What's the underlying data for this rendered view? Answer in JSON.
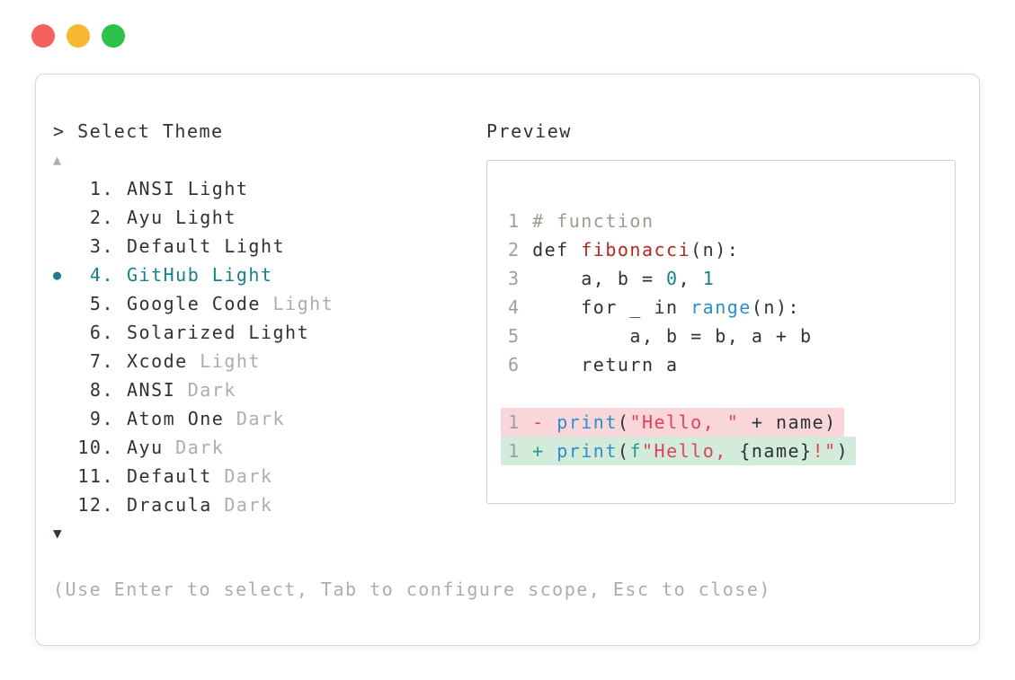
{
  "colors": {
    "text_dark": "#2e3338",
    "muted": "#a9aeb2",
    "linenum": "#9aa0a5",
    "comment": "#9c9c91",
    "accent_teal": "#17808a",
    "teal_green": "#209c8c",
    "func_red": "#b12a1f",
    "crimson": "#e04358",
    "blue": "#2e8ec9",
    "del_bg": "#f9d6d9",
    "add_bg": "#d3ebda",
    "win_border": "#d8d8d8",
    "panel_border": "#d0d0d0",
    "red_light": "#f4605c",
    "yellow_light": "#f6b733",
    "green_light": "#2ec149",
    "arrow_dark": "#31363c"
  },
  "prompt": {
    "text": "> Select Theme"
  },
  "theme_list": {
    "scroll_up_icon": "▲",
    "scroll_down_icon": "▼",
    "items": [
      {
        "marker": "",
        "number": "1.",
        "name": "ANSI Light",
        "muted": "",
        "selected": false
      },
      {
        "marker": "",
        "number": "2.",
        "name": "Ayu Light",
        "muted": "",
        "selected": false
      },
      {
        "marker": "",
        "number": "3.",
        "name": "Default Light",
        "muted": "",
        "selected": false
      },
      {
        "marker": "●",
        "number": "4.",
        "name": "GitHub Light",
        "muted": "",
        "selected": true
      },
      {
        "marker": "",
        "number": "5.",
        "name": "Google Code",
        "muted": " Light",
        "selected": false
      },
      {
        "marker": "",
        "number": "6.",
        "name": "Solarized Light",
        "muted": "",
        "selected": false
      },
      {
        "marker": "",
        "number": "7.",
        "name": "Xcode",
        "muted": " Light",
        "selected": false
      },
      {
        "marker": "",
        "number": "8.",
        "name": "ANSI",
        "muted": " Dark",
        "selected": false
      },
      {
        "marker": "",
        "number": "9.",
        "name": "Atom One",
        "muted": " Dark",
        "selected": false
      },
      {
        "marker": "",
        "number": "10.",
        "name": "Ayu",
        "muted": " Dark",
        "selected": false
      },
      {
        "marker": "",
        "number": "11.",
        "name": "Default",
        "muted": " Dark",
        "selected": false
      },
      {
        "marker": "",
        "number": "12.",
        "name": "Dracula",
        "muted": " Dark",
        "selected": false
      }
    ]
  },
  "preview": {
    "label": "Preview",
    "lines": [
      {
        "no": "1 ",
        "tokens": [
          {
            "t": "# function",
            "c": "comment"
          }
        ]
      },
      {
        "no": "2 ",
        "tokens": [
          {
            "t": "def ",
            "c": "code"
          },
          {
            "t": "fibonacci",
            "c": "func"
          },
          {
            "t": "(n):",
            "c": "code"
          }
        ]
      },
      {
        "no": "3 ",
        "tokens": [
          {
            "t": "    a, b = ",
            "c": "code"
          },
          {
            "t": "0",
            "c": "number"
          },
          {
            "t": ", ",
            "c": "code"
          },
          {
            "t": "1",
            "c": "number"
          }
        ]
      },
      {
        "no": "4 ",
        "tokens": [
          {
            "t": "    for _ in ",
            "c": "code"
          },
          {
            "t": "range",
            "c": "builtin"
          },
          {
            "t": "(n):",
            "c": "code"
          }
        ]
      },
      {
        "no": "5 ",
        "tokens": [
          {
            "t": "        a, b = b, a + b",
            "c": "code"
          }
        ]
      },
      {
        "no": "6 ",
        "tokens": [
          {
            "t": "    return a",
            "c": "code"
          }
        ]
      }
    ],
    "diff_lines": [
      {
        "no": "1 ",
        "sign": "-",
        "sign_class": "sign-del",
        "tokens": [
          {
            "t": " ",
            "c": "code"
          },
          {
            "t": "print",
            "c": "builtin"
          },
          {
            "t": "(",
            "c": "code"
          },
          {
            "t": "\"Hello, \"",
            "c": "string"
          },
          {
            "t": " + name)",
            "c": "code"
          }
        ]
      },
      {
        "no": "1 ",
        "sign": "+",
        "sign_class": "sign-add",
        "tokens": [
          {
            "t": " ",
            "c": "code"
          },
          {
            "t": "print",
            "c": "builtin"
          },
          {
            "t": "(",
            "c": "code"
          },
          {
            "t": "f",
            "c": "fstr"
          },
          {
            "t": "\"Hello, ",
            "c": "string"
          },
          {
            "t": "{name}",
            "c": "code"
          },
          {
            "t": "!\"",
            "c": "string"
          },
          {
            "t": ")",
            "c": "code"
          }
        ]
      }
    ]
  },
  "footer": {
    "hint": "(Use Enter to select, Tab to configure scope, Esc to close)"
  }
}
